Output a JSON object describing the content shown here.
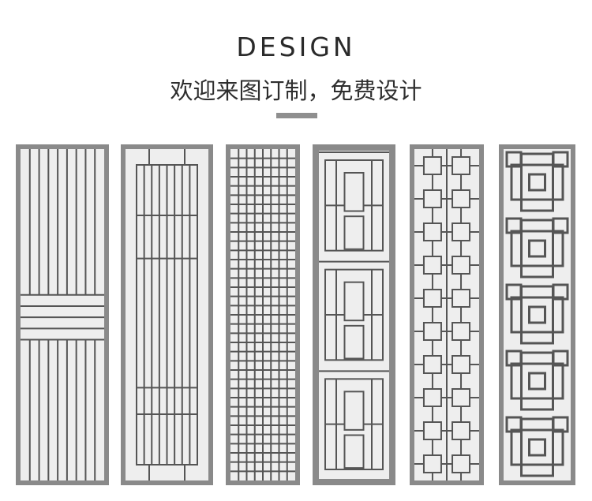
{
  "header": {
    "title": "DESIGN",
    "subtitle": "欢迎来图订制，免费设计"
  },
  "colors": {
    "frame": "#8a8a8a",
    "lattice": "#555555",
    "panel_fill": "#eeeeee"
  },
  "panels": [
    {
      "pattern": "vertical-slats-with-horizontal-band"
    },
    {
      "pattern": "vertical-slats-with-crossbars"
    },
    {
      "pattern": "square-grid"
    },
    {
      "pattern": "interlocking-rectangles"
    },
    {
      "pattern": "chained-squares"
    },
    {
      "pattern": "stacked-cross-motifs"
    }
  ]
}
